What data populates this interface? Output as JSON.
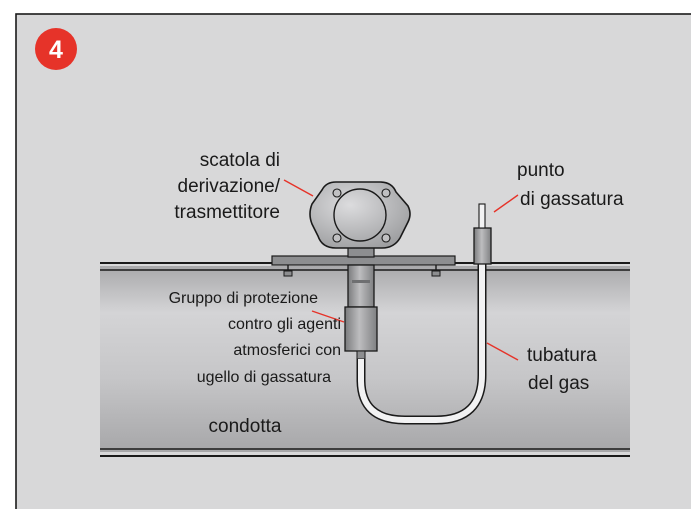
{
  "step": {
    "number": "4",
    "color": "#e63329"
  },
  "labels": {
    "junction_box": [
      "scatola di",
      "derivazione/",
      "trasmettitore"
    ],
    "gassing_point": [
      "punto",
      "di gassatura"
    ],
    "protection_group": [
      "Gruppo di protezione",
      "contro gli agenti",
      "atmosferici con",
      "ugello di gassatura"
    ],
    "gas_pipe": [
      "tubatura",
      "del gas"
    ],
    "duct": "condotta"
  },
  "colors": {
    "panel_bg": "#d8d8d9",
    "leader_line": "#e63329",
    "duct_fill": "#c9c9ca",
    "metal_dark": "#8d8e90",
    "metal_light": "#d0d0d2"
  }
}
